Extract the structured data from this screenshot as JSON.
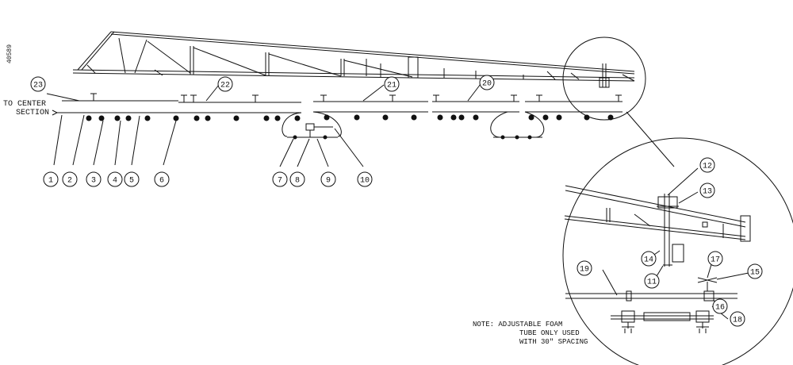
{
  "drawing_number": "40589",
  "center_label_lines": [
    "TO CENTER",
    "SECTION"
  ],
  "note_lines": [
    "NOTE:  ADJUSTABLE FOAM",
    "TUBE ONLY USED",
    "WITH 30\" SPACING"
  ],
  "callouts": [
    "1",
    "2",
    "3",
    "4",
    "5",
    "6",
    "7",
    "8",
    "9",
    "10",
    "11",
    "12",
    "13",
    "14",
    "15",
    "16",
    "17",
    "18",
    "19",
    "20",
    "21",
    "22",
    "23"
  ],
  "colors": {
    "ink": "#111111",
    "paper": "#ffffff"
  }
}
